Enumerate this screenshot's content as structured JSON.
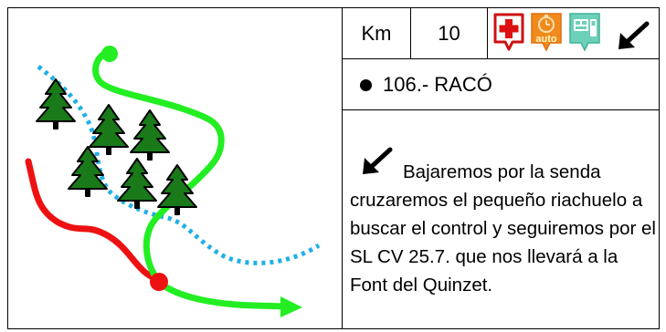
{
  "roadbook": {
    "km_label": "Km",
    "km_value": "10",
    "control": "106.- RACÓ",
    "description": "Bajaremos por la senda cruzaremos el pequeño riachuelo a buscar el control y seguiremos por el SL CV 25.7. que nos llevará a la Font del Quinzet.",
    "icons": [
      "first-aid-icon",
      "auto-timer-icon",
      "electronic-card-icon",
      "turn-down-left-icon"
    ],
    "direction_icon": "turn-down-left-icon"
  },
  "colors": {
    "own_route": "#22ee22",
    "other_route": "#ee1111",
    "stream": "#1fb0e6",
    "tree": "#1a7a1a"
  }
}
